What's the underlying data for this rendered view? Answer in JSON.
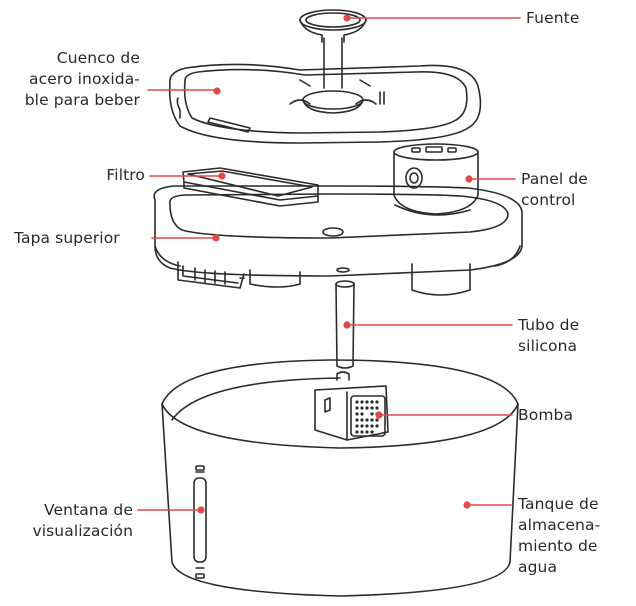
{
  "diagram": {
    "accent_color": "#e0484a",
    "outline_color": "#2b2b2b",
    "labels": {
      "fuente": {
        "lines": [
          "Fuente"
        ]
      },
      "cuenco": {
        "lines": [
          "Cuenco de",
          "acero inoxida-",
          "ble para beber"
        ]
      },
      "filtro": {
        "lines": [
          "Filtro"
        ]
      },
      "panel": {
        "lines": [
          "Panel de",
          "control"
        ]
      },
      "tapa": {
        "lines": [
          "Tapa superior"
        ]
      },
      "tubo": {
        "lines": [
          "Tubo de",
          "silicona"
        ]
      },
      "bomba": {
        "lines": [
          "Bomba"
        ]
      },
      "ventana": {
        "lines": [
          "Ventana de",
          "visualización"
        ]
      },
      "tanque": {
        "lines": [
          "Tanque de",
          "almacena-",
          "miento de",
          "agua"
        ]
      }
    }
  }
}
